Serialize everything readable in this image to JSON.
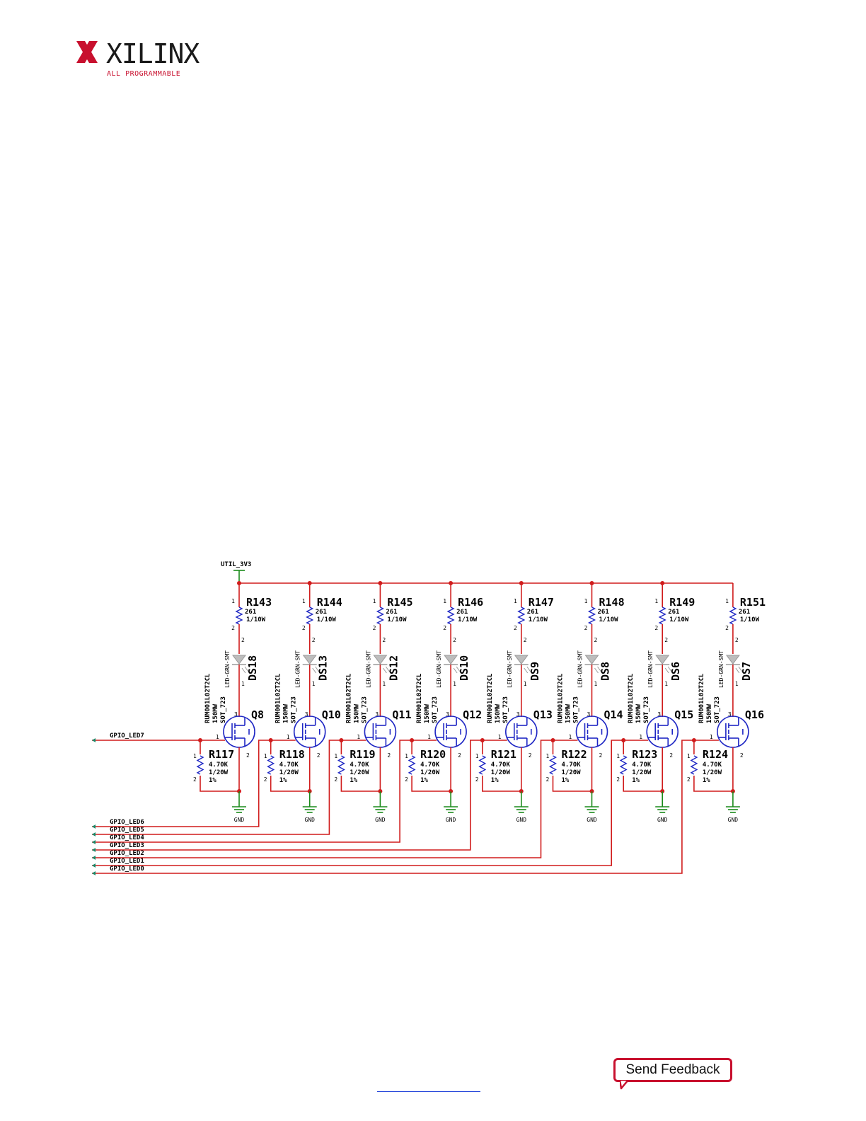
{
  "header": {
    "logo_text": "XILINX",
    "logo_tagline": "ALL PROGRAMMABLE"
  },
  "schematic": {
    "power_net": "UTIL_3V3",
    "ground_label": "GND",
    "channels": [
      {
        "series_resistor": "R143",
        "led": "DS18",
        "transistor": "Q8",
        "pulldown": "R117",
        "gpio": "GPIO_LED7"
      },
      {
        "series_resistor": "R144",
        "led": "DS13",
        "transistor": "Q10",
        "pulldown": "R118",
        "gpio": "GPIO_LED6"
      },
      {
        "series_resistor": "R145",
        "led": "DS12",
        "transistor": "Q11",
        "pulldown": "R119",
        "gpio": "GPIO_LED5"
      },
      {
        "series_resistor": "R146",
        "led": "DS10",
        "transistor": "Q12",
        "pulldown": "R120",
        "gpio": "GPIO_LED4"
      },
      {
        "series_resistor": "R147",
        "led": "DS9",
        "transistor": "Q13",
        "pulldown": "R121",
        "gpio": "GPIO_LED3"
      },
      {
        "series_resistor": "R148",
        "led": "DS8",
        "transistor": "Q14",
        "pulldown": "R122",
        "gpio": "GPIO_LED2"
      },
      {
        "series_resistor": "R149",
        "led": "DS6",
        "transistor": "Q15",
        "pulldown": "R123",
        "gpio": "GPIO_LED1"
      },
      {
        "series_resistor": "R151",
        "led": "DS7",
        "transistor": "Q16",
        "pulldown": "R124",
        "gpio": "GPIO_LED0"
      }
    ],
    "series_resistor_value": "261",
    "series_resistor_power": "1/10W",
    "led_part": "LED-GRN-SMT",
    "transistor_part": "RUM001L02T2CL",
    "transistor_power": "150MW",
    "transistor_package": "SOT_723",
    "pulldown_value": "4.70K",
    "pulldown_power": "1/20W",
    "pulldown_tolerance": "1%",
    "pin_1": "1",
    "pin_2": "2",
    "pin_3": "3"
  },
  "footer": {
    "feedback_label": "Send Feedback"
  },
  "colors": {
    "wire": "#d01c1c",
    "component": "#1f27c4",
    "ground": "#1a8a1a",
    "junction": "#d01c1c",
    "accent": "#c8102e"
  }
}
